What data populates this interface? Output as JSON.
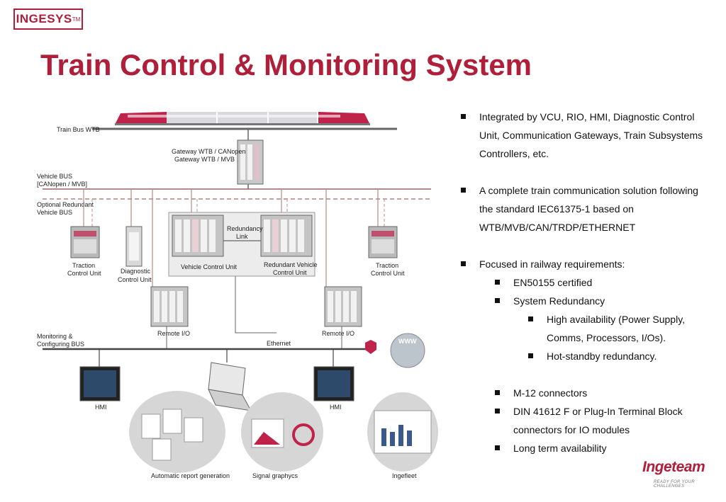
{
  "logo": {
    "text": "INGESYS",
    "tm": "TM"
  },
  "title": "Train Control & Monitoring System",
  "diagram": {
    "train_bus": "Train Bus WTB",
    "gateway_1": "Gateway WTB / CANopen",
    "gateway_2": "Gateway WTB / MVB",
    "vehicle_bus_1": "Vehicle BUS",
    "vehicle_bus_2": "[CANopen / MVB]",
    "opt_bus_1": "Optional Redundant",
    "opt_bus_2": "Vehicle BUS",
    "redundancy_1": "Redundancy",
    "redundancy_2": "Link",
    "traction_left_1": "Traction",
    "traction_left_2": "Control Unit",
    "diagnostic_1": "Diagnostic",
    "diagnostic_2": "Control Unit",
    "vcu": "Vehicle Control Unit",
    "rvcu_1": "Redundant Vehicle",
    "rvcu_2": "Control Unit",
    "traction_right_1": "Traction",
    "traction_right_2": "Control Unit",
    "remote_io_left": "Remote I/O",
    "remote_io_right": "Remote I/O",
    "monitoring_1": "Monitoring &",
    "monitoring_2": "Configuring BUS",
    "ethernet": "Ethernet",
    "hmi_left": "HMI",
    "hmi_right": "HMI",
    "www": "WWW",
    "report": "Automatic report generation",
    "signal": "Signal graphycs",
    "ingefleet": "Ingefleet"
  },
  "bullets": {
    "b1_l1": "Integrated by VCU, RIO, HMI, Diagnostic Control",
    "b1_l2": "Unit, Communication Gateways, Train Subsystems",
    "b1_l3": "Controllers, etc.",
    "b2_l1": "A complete train communication solution following",
    "b2_l2": "the standard IEC61375-1 based on",
    "b2_l3": "WTB/MVB/CAN/TRDP/ETHERNET",
    "b3": "Focused in railway requirements:",
    "s1": "EN50155 certified",
    "s2": "System Redundancy",
    "ss1_l1": "High availability (Power Supply,",
    "ss1_l2": "Comms, Processors, I/Os).",
    "ss2": "Hot-standby redundancy.",
    "s3": "M-12 connectors",
    "s4_l1": "DIN 41612 F or Plug-In Terminal Block",
    "s4_l2": "connectors for IO modules",
    "s5": "Long term availability"
  },
  "brand": {
    "name": "Ingeteam",
    "tagline": "READY FOR YOUR CHALLENGES"
  },
  "colors": {
    "accent": "#b01f3a",
    "bus_line": "#b58a8a",
    "dashed_bus": "#c9a0a0"
  }
}
